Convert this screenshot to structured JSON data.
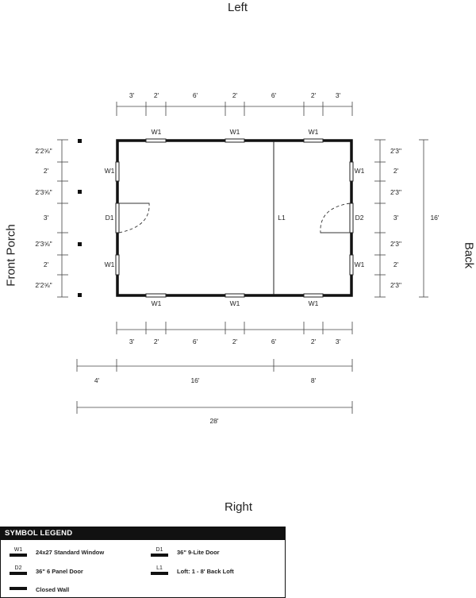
{
  "sides": {
    "left": "Left",
    "right": "Right",
    "front": "Front Porch",
    "back": "Back"
  },
  "top_dims": [
    "3'",
    "2'",
    "6'",
    "2'",
    "6'",
    "2'",
    "3'"
  ],
  "bottom_dims": [
    "3'",
    "2'",
    "6'",
    "2'",
    "6'",
    "2'",
    "3'"
  ],
  "left_dims": [
    "2'2⅝\"",
    "2'",
    "2'3⅝\"",
    "3'",
    "2'3⅝\"",
    "2'",
    "2'2⅝\""
  ],
  "right_dims": [
    "2'3\"",
    "2'",
    "2'3\"",
    "3'",
    "2'3\"",
    "2'",
    "2'3\""
  ],
  "right_total": "16'",
  "section_dims": [
    "4'",
    "16'",
    "8'"
  ],
  "overall_length": "28'",
  "labels": {
    "window": "W1",
    "door_front": "D1",
    "door_back": "D2",
    "loft": "L1"
  },
  "legend": {
    "title": "SYMBOL LEGEND",
    "items": [
      {
        "code": "W1",
        "text": "24x27 Standard Window"
      },
      {
        "code": "D1",
        "text": "36\" 9-Lite Door"
      },
      {
        "code": "D2",
        "text": "36\" 6 Panel Door"
      },
      {
        "code": "L1",
        "text": "Loft: 1 - 8' Back Loft"
      },
      {
        "code": "",
        "text": "Closed Wall"
      }
    ]
  }
}
